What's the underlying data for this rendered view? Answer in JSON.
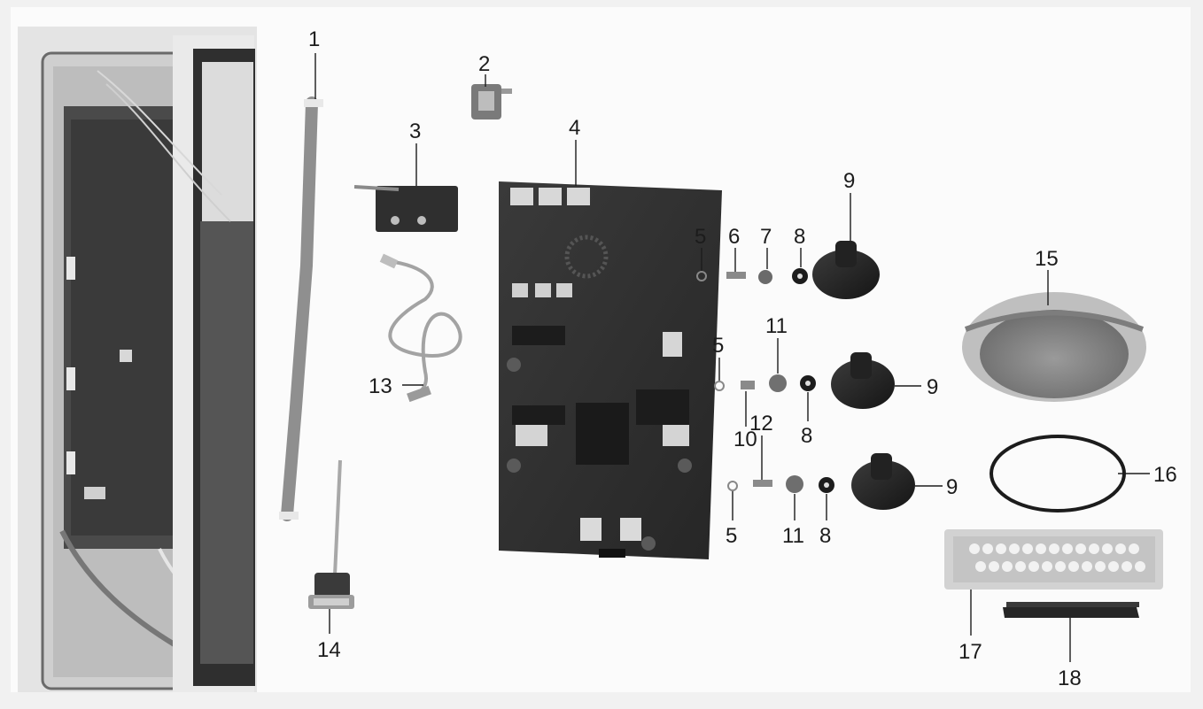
{
  "figure": {
    "callouts": [
      {
        "id": "c1",
        "text": "1"
      },
      {
        "id": "c2",
        "text": "2"
      },
      {
        "id": "c3",
        "text": "3"
      },
      {
        "id": "c4",
        "text": "4"
      },
      {
        "id": "c5a",
        "text": "5"
      },
      {
        "id": "c6",
        "text": "6"
      },
      {
        "id": "c7",
        "text": "7"
      },
      {
        "id": "c8a",
        "text": "8"
      },
      {
        "id": "c9a",
        "text": "9"
      },
      {
        "id": "c15",
        "text": "15"
      },
      {
        "id": "c5b",
        "text": "5"
      },
      {
        "id": "c11a",
        "text": "11"
      },
      {
        "id": "c9b",
        "text": "9"
      },
      {
        "id": "c13",
        "text": "13"
      },
      {
        "id": "c10",
        "text": "10"
      },
      {
        "id": "c8b",
        "text": "8"
      },
      {
        "id": "c12",
        "text": "12"
      },
      {
        "id": "c16",
        "text": "16"
      },
      {
        "id": "c9c",
        "text": "9"
      },
      {
        "id": "c5c",
        "text": "5"
      },
      {
        "id": "c11b",
        "text": "11"
      },
      {
        "id": "c8c",
        "text": "8"
      },
      {
        "id": "c14",
        "text": "14"
      },
      {
        "id": "c17",
        "text": "17"
      },
      {
        "id": "c18",
        "text": "18"
      }
    ]
  }
}
